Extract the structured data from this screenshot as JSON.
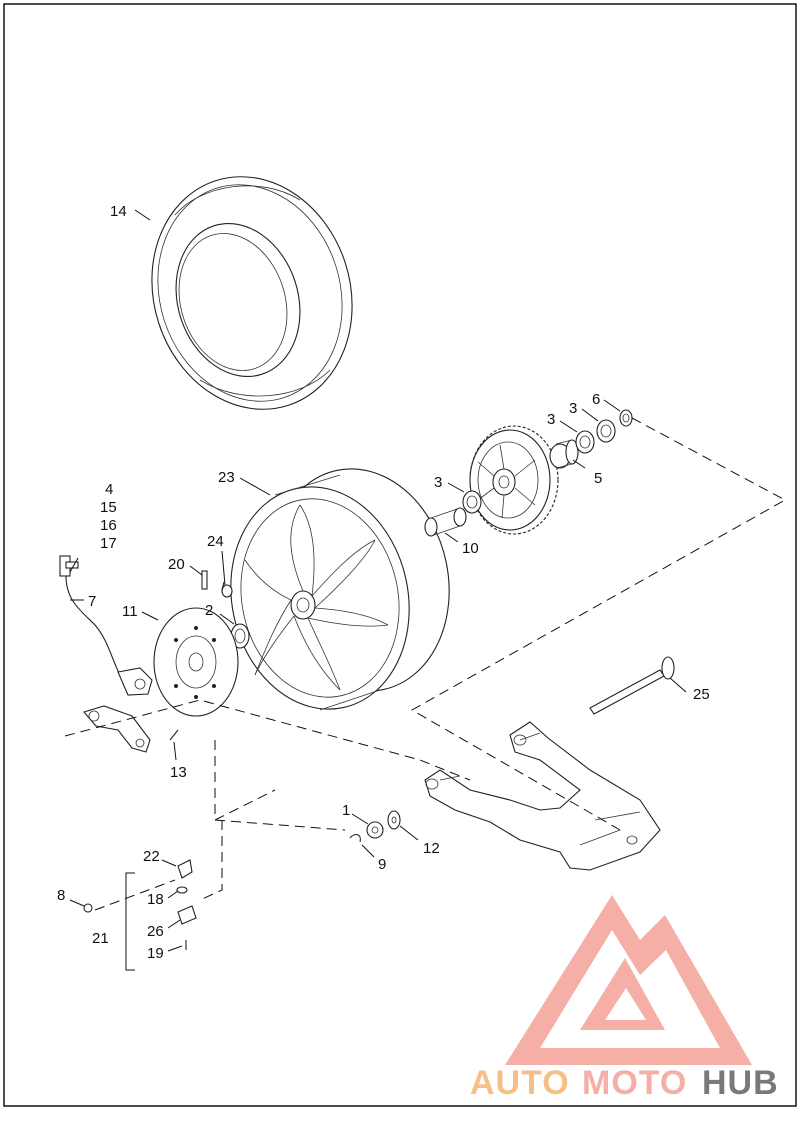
{
  "callouts": {
    "c1": "1",
    "c2": "2",
    "c3a": "3",
    "c3b": "3",
    "c3c": "3",
    "c4": "4",
    "c5": "5",
    "c6": "6",
    "c7": "7",
    "c8": "8",
    "c9": "9",
    "c10": "10",
    "c11": "11",
    "c12": "12",
    "c13": "13",
    "c14": "14",
    "c15": "15",
    "c16": "16",
    "c17": "17",
    "c18": "18",
    "c19": "19",
    "c20": "20",
    "c21": "21",
    "c22": "22",
    "c23": "23",
    "c24": "24",
    "c25": "25",
    "c26": "26"
  },
  "watermark": {
    "part1": "AUTO",
    "part2": "MOTO",
    "part3": "HUB",
    "color_primary": "#f4a79d",
    "color_secondary": "#f5b97a",
    "color_dark": "#6b6b6b"
  }
}
